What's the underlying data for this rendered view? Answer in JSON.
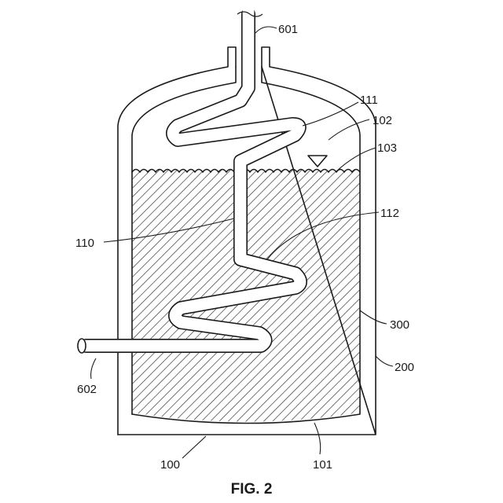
{
  "figure": {
    "caption": "FIG. 2",
    "reference_numerals": {
      "n601": "601",
      "n111": "111",
      "n102": "102",
      "n103": "103",
      "n112": "112",
      "n110": "110",
      "n300": "300",
      "n602": "602",
      "n200": "200",
      "n100": "100",
      "n101": "101"
    }
  }
}
